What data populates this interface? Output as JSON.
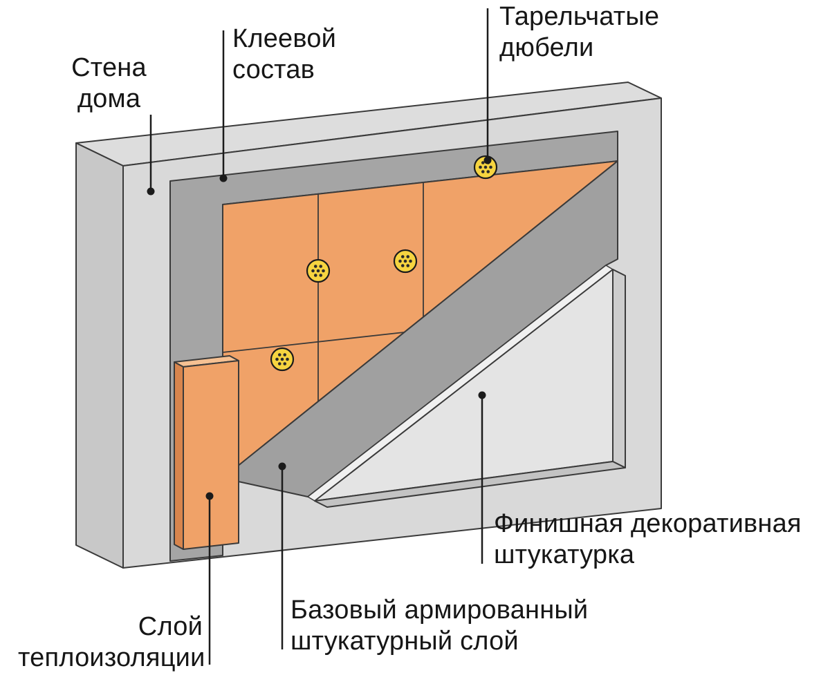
{
  "labels": {
    "wall": "Стена\nдома",
    "adhesive": "Клеевой\nсостав",
    "dowels": "Тарельчатые\nдюбели",
    "finish": "Финишная декоративная\nштукатурка",
    "base": "Базовый армированный\nштукатурный слой",
    "insulation": "Слой\nтеплоизоляции"
  },
  "colors": {
    "wall_top": "#dddddd",
    "wall_side": "#c8c8c8",
    "wall_front": "#d9d9d9",
    "adhesive": "#a5a5a5",
    "insulation": "#f0a268",
    "insulation_top": "#f6c193",
    "insulation_side": "#d8854d",
    "base_plaster": "#a0a0a0",
    "finish": "#e4e4e4",
    "finish_edge": "#f0f0f0",
    "finish_side": "#cdcdcd",
    "finish_bottom": "#c3c3c3",
    "dowel": "#f6d440",
    "line": "#1b1b1b"
  }
}
